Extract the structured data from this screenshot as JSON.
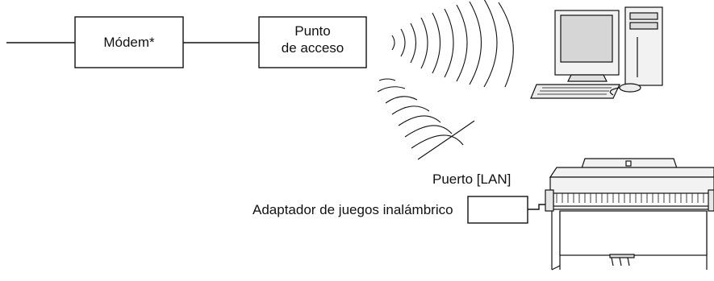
{
  "diagram": {
    "modem_label": "Módem*",
    "access_point_line1": "Punto",
    "access_point_line2": "de acceso",
    "lan_port_label": "Puerto [LAN]",
    "adapter_label": "Adaptador de juegos inalámbrico",
    "icons": {
      "computer": "desktop-computer-icon",
      "piano": "digital-piano-icon",
      "signal": "wireless-signal-icon"
    },
    "colors": {
      "line": "#111111",
      "device_fill": "#f2f2f2",
      "device_shade": "#cccccc"
    }
  }
}
